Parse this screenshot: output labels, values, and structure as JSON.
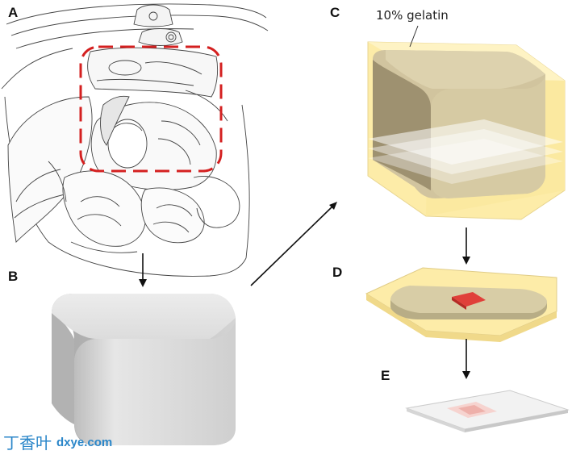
{
  "panels": {
    "a": "A",
    "b": "B",
    "c": "C",
    "d": "D",
    "e": "E"
  },
  "gelatin_label": "10% gelatin",
  "watermark": {
    "chinese": "丁香叶",
    "domain": "dxye.com"
  },
  "colors": {
    "gelatin": "#fdeca8",
    "tissue_block": "#d8cda6",
    "sample": "#e0403a",
    "roi_box": "#d42020",
    "grey_block": "#c4c4c4",
    "watermark": "#2a86c9"
  }
}
